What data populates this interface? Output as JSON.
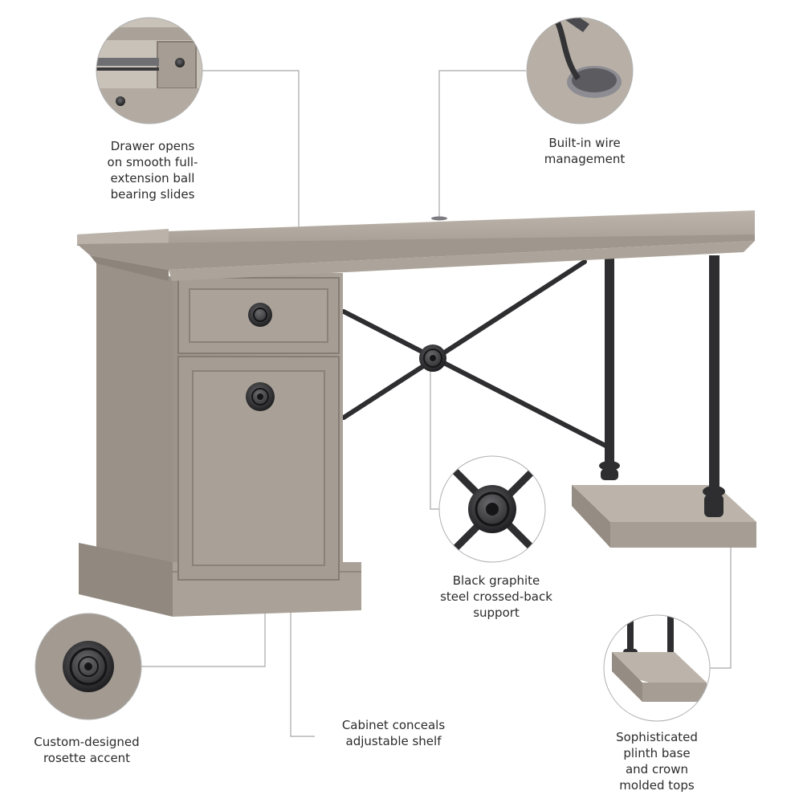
{
  "colors": {
    "wood_top": "#b4aca2",
    "wood_mid": "#a39b91",
    "wood_dark": "#8f877d",
    "wood_edge": "#7d756c",
    "steel": "#2e2e30",
    "callout_line": "#a7a7a7",
    "text": "#2b2b2b"
  },
  "icons": [
    "drawer-slide-detail",
    "wire-grommet-detail",
    "crossed-back-rosette-detail",
    "rosette-knob-detail",
    "plinth-base-detail"
  ],
  "callouts": {
    "drawer": "Drawer opens\non smooth full-\nextension ball\nbearing slides",
    "wire": "Built-in wire\nmanagement",
    "steel": "Black graphite\nsteel crossed-back\nsupport",
    "cabinet": "Cabinet conceals\nadjustable shelf",
    "rosette": "Custom-designed\nrosette accent",
    "plinth": "Sophisticated\nplinth base\nand crown\nmolded tops"
  }
}
